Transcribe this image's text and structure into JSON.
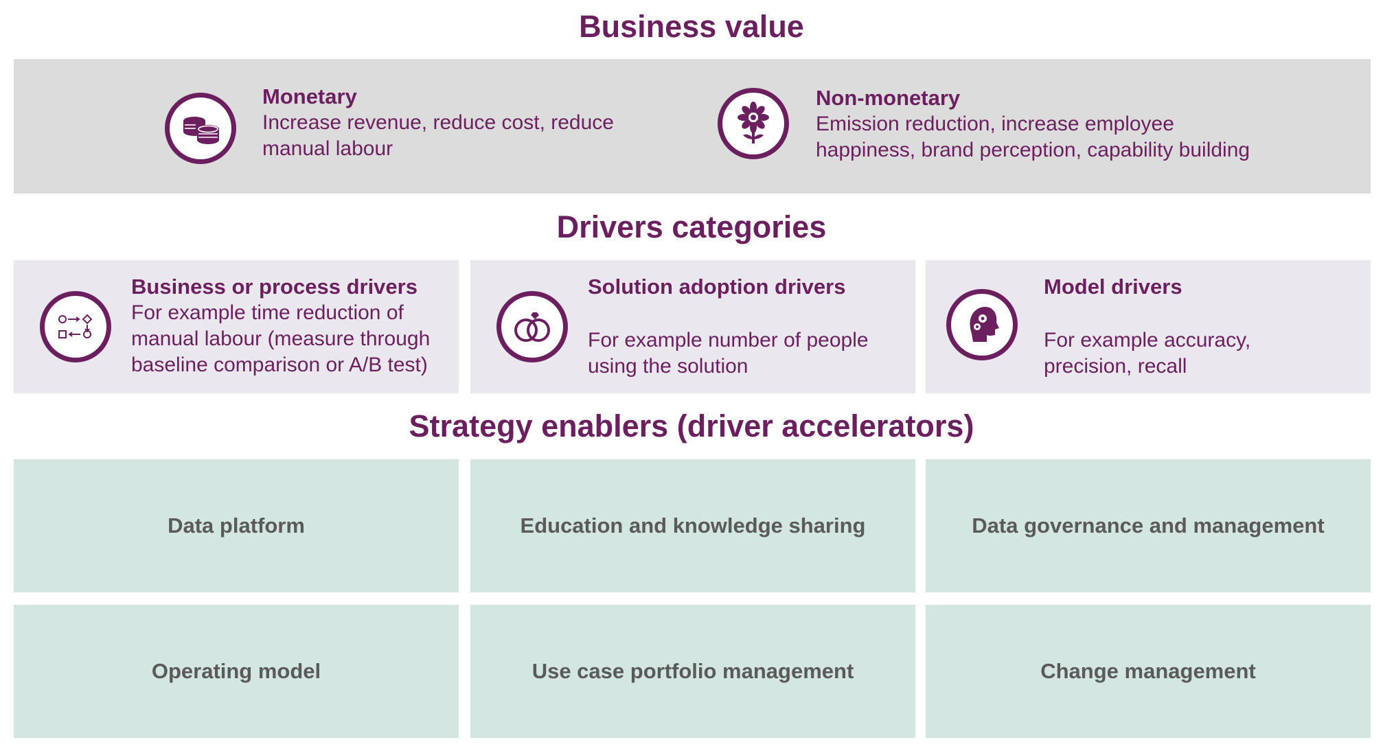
{
  "business_value": {
    "title": "Business value",
    "items": [
      {
        "title": "Monetary",
        "desc1": "Increase revenue, reduce cost, reduce",
        "desc2": "manual labour",
        "icon": "coins-icon"
      },
      {
        "title": "Non-monetary",
        "desc1": "Emission reduction, increase employee",
        "desc2": "happiness, brand perception, capability building",
        "icon": "flower-icon"
      }
    ]
  },
  "drivers": {
    "title": "Drivers categories",
    "items": [
      {
        "title": "Business or process drivers",
        "lines": [
          "For example time reduction of",
          "manual labour (measure through",
          "baseline comparison or A/B test)"
        ],
        "icon": "process-flow-icon"
      },
      {
        "title": "Solution adoption drivers",
        "lines": [
          "For example number of people",
          "using the solution"
        ],
        "icon": "rings-icon"
      },
      {
        "title": "Model drivers",
        "lines": [
          "For example accuracy,",
          "precision, recall"
        ],
        "icon": "head-gears-icon"
      }
    ]
  },
  "enablers": {
    "title": "Strategy enablers (driver accelerators)",
    "items": [
      "Data platform",
      "Education and knowledge sharing",
      "Data governance and management",
      "Operating model",
      "Use case portfolio management",
      "Change management"
    ]
  },
  "colors": {
    "accent": "#6b1f5e",
    "band": "#dddcdd",
    "driver_bg": "#ebe7ef",
    "enabler_bg": "#d3e6e2",
    "enabler_text": "#5a5a5a"
  }
}
